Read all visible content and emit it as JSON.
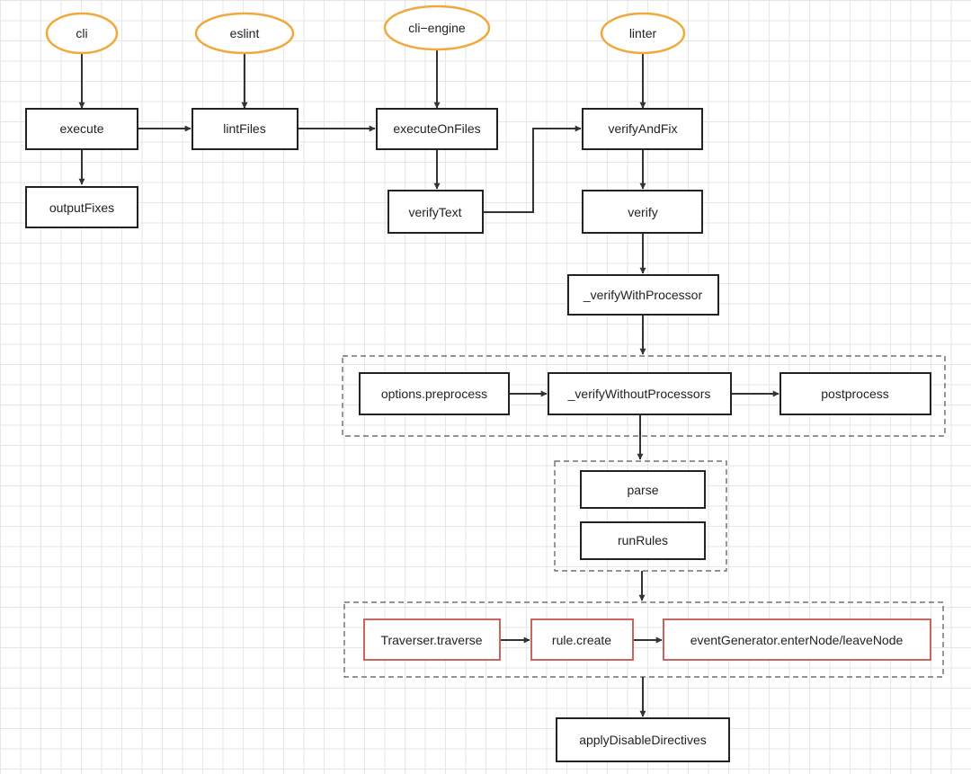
{
  "modules": {
    "cli": "cli",
    "eslint": "eslint",
    "cli_engine": "cli−engine",
    "linter": "linter"
  },
  "nodes": {
    "execute": "execute",
    "output_fixes": "outputFixes",
    "lint_files": "lintFiles",
    "execute_on_files": "executeOnFiles",
    "verify_text": "verifyText",
    "verify_and_fix": "verifyAndFix",
    "verify": "verify",
    "verify_with_processor": "_verifyWithProcessor",
    "options_preprocess": "options.preprocess",
    "verify_without_processors": "_verifyWithoutProcessors",
    "postprocess": "postprocess",
    "parse": "parse",
    "run_rules": "runRules",
    "traverser_traverse": "Traverser.traverse",
    "rule_create": "rule.create",
    "event_generator": "eventGenerator.enterNode/leaveNode",
    "apply_disable_directives": "applyDisableDirectives"
  },
  "colors": {
    "module_outline": "#f0a93a",
    "highlight_outline": "#c9645f",
    "box_outline": "#222222",
    "edge": "#333333",
    "grid": "#e6e6e6"
  }
}
